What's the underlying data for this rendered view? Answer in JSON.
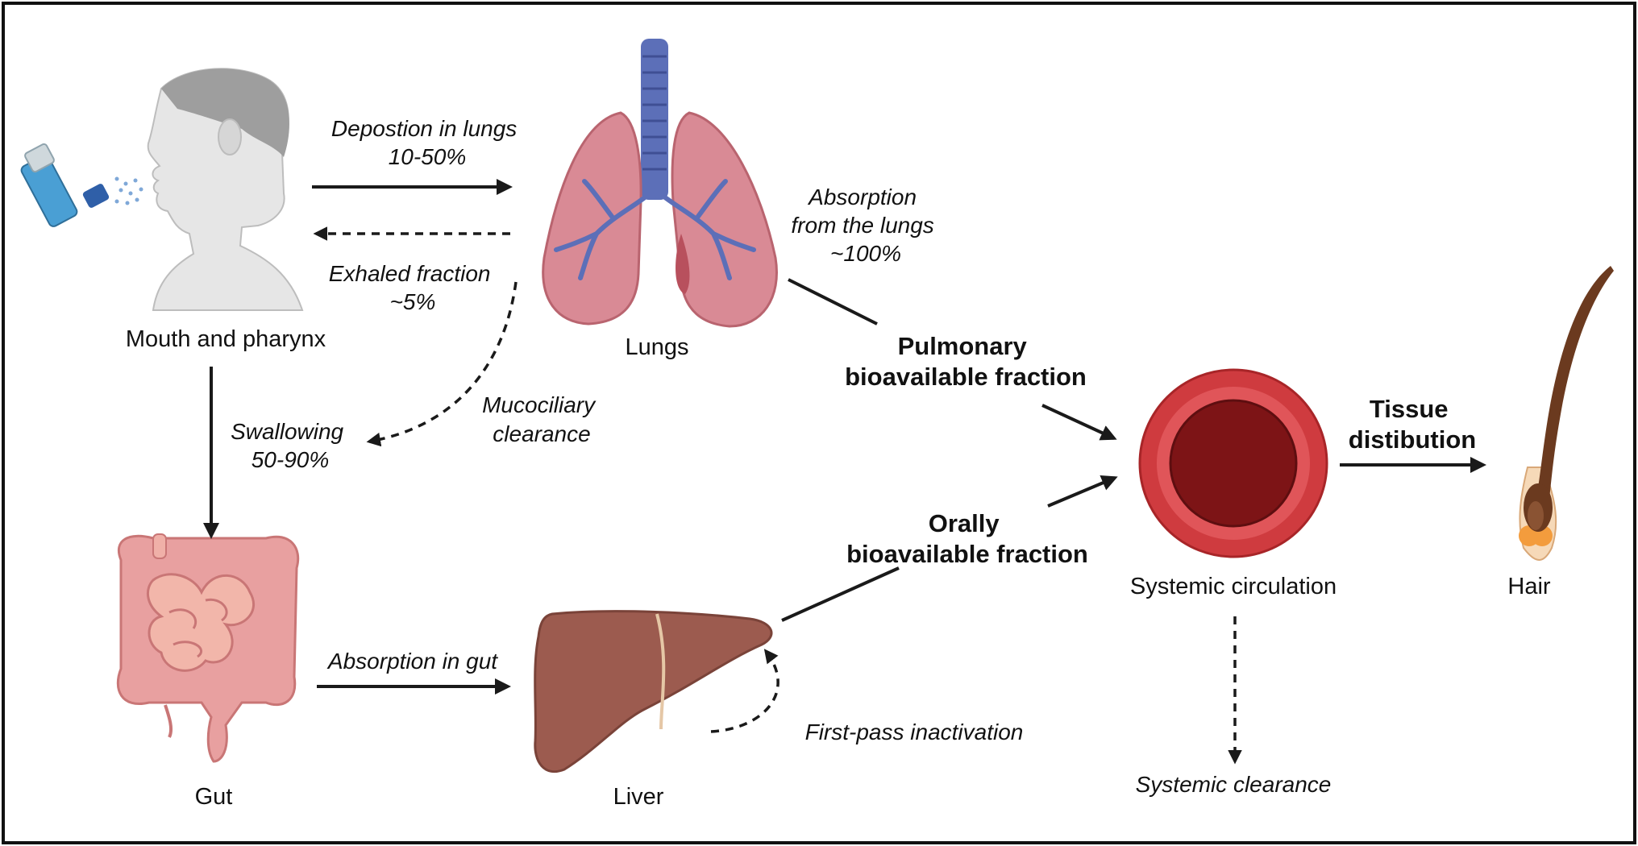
{
  "nodes": {
    "mouth": "Mouth and pharynx",
    "lungs": "Lungs",
    "gut": "Gut",
    "liver": "Liver",
    "circulation": "Systemic circulation",
    "hair": "Hair"
  },
  "edges": {
    "deposition": [
      "Depostion in lungs",
      "10-50%"
    ],
    "exhaled": [
      "Exhaled fraction",
      "~5%"
    ],
    "lung_absorption": [
      "Absorption",
      "from the lungs",
      "~100%"
    ],
    "mucociliary": [
      "Mucociliary",
      "clearance"
    ],
    "swallowing": [
      "Swallowing",
      "50-90%"
    ],
    "gut_absorption": "Absorption in gut",
    "first_pass": "First-pass inactivation",
    "pulmonary": [
      "Pulmonary",
      "bioavailable fraction"
    ],
    "oral": [
      "Orally",
      "bioavailable fraction"
    ],
    "tissue": [
      "Tissue",
      "distibution"
    ],
    "systemic_clearance": "Systemic clearance"
  },
  "icons": {
    "inhaler": "inhaler-icon",
    "head": "human-head-icon",
    "lungs": "lungs-icon",
    "intestine": "intestine-icon",
    "liver": "liver-icon",
    "blood_cell": "red-blood-cell-icon",
    "hair": "hair-follicle-icon"
  },
  "colors": {
    "lung": "#d98a95",
    "airway": "#5c6fb8",
    "gut": "#e8a0a0",
    "liver": "#9c5b4f",
    "blood_cell": "#cf3b3f",
    "hair": "#6b3a1f"
  }
}
